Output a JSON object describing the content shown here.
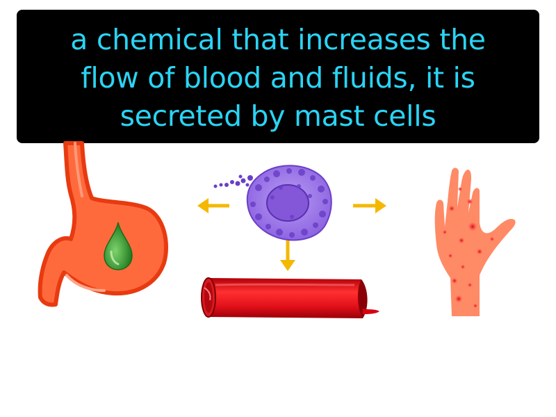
{
  "definition": {
    "lines": [
      "a chemical that increases the",
      "flow of blood and fluids, it is",
      "secreted by mast cells"
    ]
  },
  "colors": {
    "background": "#ffffff",
    "box": "#000000",
    "text": "#2ad4f5",
    "stomach": "#ff6a3d",
    "stomach_outline": "#e83a10",
    "drop": "#2f9a2a",
    "arrow": "#f5b800",
    "mast_cell": "#a07ae8",
    "granule": "#6a3fc7",
    "vessel": "#e8101a",
    "hand": "#ff8a66",
    "spot": "#e81020"
  },
  "icons": {
    "stomach": "stomach-icon",
    "acid_drop": "green-drop-icon",
    "mast_cell": "mast-cell-icon",
    "blood_vessel": "blood-vessel-icon",
    "rash_hand": "rash-hand-icon",
    "arrows": [
      "arrow-left-icon",
      "arrow-right-icon",
      "arrow-down-icon"
    ]
  }
}
